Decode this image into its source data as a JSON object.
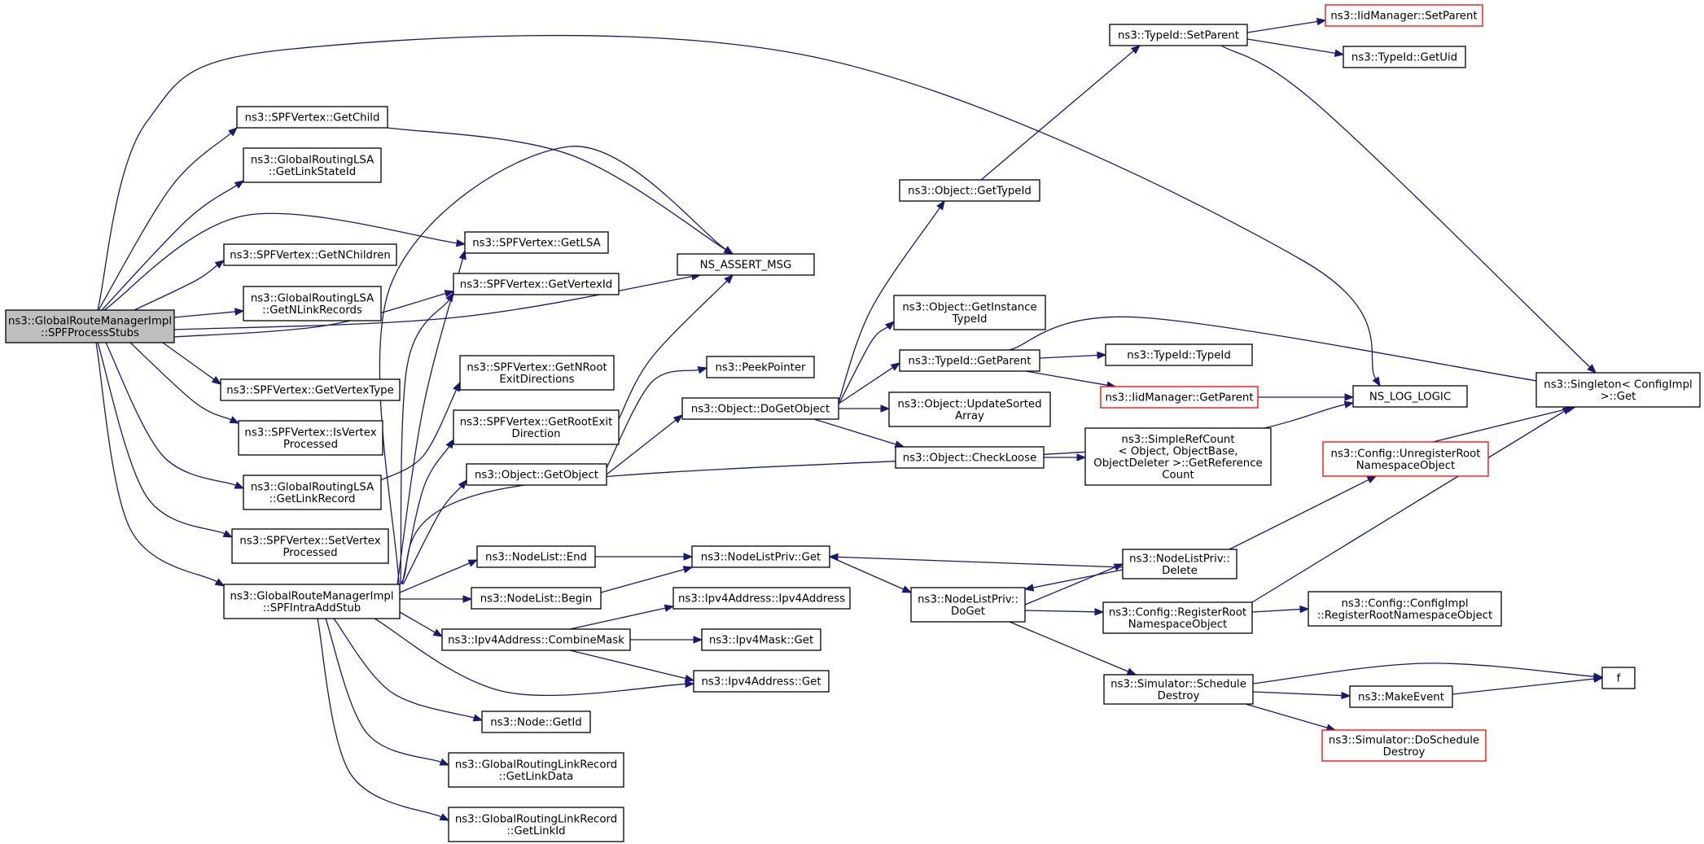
{
  "diagram": {
    "nodes": [
      {
        "id": "root",
        "lines": [
          "ns3::GlobalRouteManagerImpl",
          "::SPFProcessStubs"
        ],
        "style": "root"
      },
      {
        "id": "getchild",
        "lines": [
          "ns3::SPFVertex::GetChild"
        ]
      },
      {
        "id": "getlinkstateid",
        "lines": [
          "ns3::GlobalRoutingLSA",
          "::GetLinkStateId"
        ]
      },
      {
        "id": "getlsa",
        "lines": [
          "ns3::SPFVertex::GetLSA"
        ]
      },
      {
        "id": "getnchildren",
        "lines": [
          "ns3::SPFVertex::GetNChildren"
        ]
      },
      {
        "id": "getvertexid",
        "lines": [
          "ns3::SPFVertex::GetVertexId"
        ]
      },
      {
        "id": "getnlinkrecords",
        "lines": [
          "ns3::GlobalRoutingLSA",
          "::GetNLinkRecords"
        ]
      },
      {
        "id": "getnrootexit",
        "lines": [
          "ns3::SPFVertex::GetNRoot",
          "ExitDirections"
        ]
      },
      {
        "id": "getvertextype",
        "lines": [
          "ns3::SPFVertex::GetVertexType"
        ]
      },
      {
        "id": "getrootexit",
        "lines": [
          "ns3::SPFVertex::GetRootExit",
          "Direction"
        ]
      },
      {
        "id": "isvertexprocessed",
        "lines": [
          "ns3::SPFVertex::IsVertex",
          "Processed"
        ]
      },
      {
        "id": "getobject",
        "lines": [
          "ns3::Object::GetObject"
        ]
      },
      {
        "id": "getlinkrecord",
        "lines": [
          "ns3::GlobalRoutingLSA",
          "::GetLinkRecord"
        ]
      },
      {
        "id": "setvertexprocessed",
        "lines": [
          "ns3::SPFVertex::SetVertex",
          "Processed"
        ]
      },
      {
        "id": "intraaddstub",
        "lines": [
          "ns3::GlobalRouteManagerImpl",
          "::SPFIntraAddStub"
        ]
      },
      {
        "id": "nodelistend",
        "lines": [
          "ns3::NodeList::End"
        ]
      },
      {
        "id": "nodelistbegin",
        "lines": [
          "ns3::NodeList::Begin"
        ]
      },
      {
        "id": "combinemask",
        "lines": [
          "ns3::Ipv4Address::CombineMask"
        ]
      },
      {
        "id": "nodegetid",
        "lines": [
          "ns3::Node::GetId"
        ]
      },
      {
        "id": "getlinkdata",
        "lines": [
          "ns3::GlobalRoutingLinkRecord",
          "::GetLinkData"
        ]
      },
      {
        "id": "getlinkid",
        "lines": [
          "ns3::GlobalRoutingLinkRecord",
          "::GetLinkId"
        ]
      },
      {
        "id": "nsassertmsg",
        "lines": [
          "NS_ASSERT_MSG"
        ]
      },
      {
        "id": "peekpointer",
        "lines": [
          "ns3::PeekPointer"
        ]
      },
      {
        "id": "dogetobject",
        "lines": [
          "ns3::Object::DoGetObject"
        ]
      },
      {
        "id": "nodelistprivget",
        "lines": [
          "ns3::NodeListPriv::Get"
        ]
      },
      {
        "id": "ipv4addrctor",
        "lines": [
          "ns3::Ipv4Address::Ipv4Address"
        ]
      },
      {
        "id": "ipv4maskget",
        "lines": [
          "ns3::Ipv4Mask::Get"
        ]
      },
      {
        "id": "ipv4addrget",
        "lines": [
          "ns3::Ipv4Address::Get"
        ]
      },
      {
        "id": "objgettypeid",
        "lines": [
          "ns3::Object::GetTypeId"
        ]
      },
      {
        "id": "getinstancetypeid",
        "lines": [
          "ns3::Object::GetInstance",
          "TypeId"
        ]
      },
      {
        "id": "typeidgetparent",
        "lines": [
          "ns3::TypeId::GetParent"
        ]
      },
      {
        "id": "updatesortedarray",
        "lines": [
          "ns3::Object::UpdateSorted",
          "Array"
        ]
      },
      {
        "id": "checkloose",
        "lines": [
          "ns3::Object::CheckLoose"
        ]
      },
      {
        "id": "nodelistprivdoget",
        "lines": [
          "ns3::NodeListPriv::",
          "DoGet"
        ]
      },
      {
        "id": "typeidsetparent",
        "lines": [
          "ns3::TypeId::SetParent"
        ]
      },
      {
        "id": "typeidtypeid",
        "lines": [
          "ns3::TypeId::TypeId"
        ]
      },
      {
        "id": "iidgetparent",
        "lines": [
          "ns3::IidManager::GetParent"
        ],
        "style": "truncated"
      },
      {
        "id": "getreferencecount",
        "lines": [
          "ns3::SimpleRefCount",
          "< Object, ObjectBase,",
          " ObjectDeleter >::GetReference",
          "Count"
        ]
      },
      {
        "id": "nodelistprivdelete",
        "lines": [
          "ns3::NodeListPriv::",
          "Delete"
        ]
      },
      {
        "id": "registerroot",
        "lines": [
          "ns3::Config::RegisterRoot",
          "NamespaceObject"
        ]
      },
      {
        "id": "scheduledestroy",
        "lines": [
          "ns3::Simulator::Schedule",
          "Destroy"
        ]
      },
      {
        "id": "iidsetparent",
        "lines": [
          "ns3::IidManager::SetParent"
        ],
        "style": "truncated"
      },
      {
        "id": "typeidgetuid",
        "lines": [
          "ns3::TypeId::GetUid"
        ]
      },
      {
        "id": "nsloglogic",
        "lines": [
          "NS_LOG_LOGIC"
        ]
      },
      {
        "id": "unregisterroot",
        "lines": [
          "ns3::Config::UnregisterRoot",
          "NamespaceObject"
        ],
        "style": "truncated"
      },
      {
        "id": "configimplregister",
        "lines": [
          "ns3::Config::ConfigImpl",
          "::RegisterRootNamespaceObject"
        ]
      },
      {
        "id": "makeevent",
        "lines": [
          "ns3::MakeEvent"
        ]
      },
      {
        "id": "doscheduledestroy",
        "lines": [
          "ns3::Simulator::DoSchedule",
          "Destroy"
        ],
        "style": "truncated"
      },
      {
        "id": "singletonget",
        "lines": [
          "ns3::Singleton< ConfigImpl",
          " >::Get"
        ]
      },
      {
        "id": "f",
        "lines": [
          "f"
        ]
      }
    ],
    "edges": [
      [
        "root",
        "getchild"
      ],
      [
        "root",
        "getlinkstateid"
      ],
      [
        "root",
        "getlsa"
      ],
      [
        "root",
        "getnchildren"
      ],
      [
        "root",
        "getnlinkrecords"
      ],
      [
        "root",
        "getvertexid"
      ],
      [
        "root",
        "getvertextype"
      ],
      [
        "root",
        "isvertexprocessed"
      ],
      [
        "root",
        "getlinkrecord"
      ],
      [
        "root",
        "setvertexprocessed"
      ],
      [
        "root",
        "intraaddstub"
      ],
      [
        "root",
        "nsassertmsg"
      ],
      [
        "root",
        "nsloglogic"
      ],
      [
        "getchild",
        "nsassertmsg"
      ],
      [
        "getlinkrecord",
        "getnrootexit"
      ],
      [
        "getrootexit",
        "nsassertmsg"
      ],
      [
        "getobject",
        "peekpointer"
      ],
      [
        "getobject",
        "dogetobject"
      ],
      [
        "intraaddstub",
        "getlsa"
      ],
      [
        "intraaddstub",
        "getvertexid"
      ],
      [
        "intraaddstub",
        "getrootexit"
      ],
      [
        "intraaddstub",
        "getobject"
      ],
      [
        "intraaddstub",
        "nsassertmsg"
      ],
      [
        "intraaddstub",
        "nsloglogic"
      ],
      [
        "intraaddstub",
        "nodelistend"
      ],
      [
        "intraaddstub",
        "nodelistbegin"
      ],
      [
        "intraaddstub",
        "combinemask"
      ],
      [
        "intraaddstub",
        "ipv4addrget"
      ],
      [
        "intraaddstub",
        "nodegetid"
      ],
      [
        "intraaddstub",
        "getlinkdata"
      ],
      [
        "intraaddstub",
        "getlinkid"
      ],
      [
        "nodelistend",
        "nodelistprivget"
      ],
      [
        "nodelistbegin",
        "nodelistprivget"
      ],
      [
        "combinemask",
        "ipv4addrctor"
      ],
      [
        "combinemask",
        "ipv4maskget"
      ],
      [
        "combinemask",
        "ipv4addrget"
      ],
      [
        "nodelistprivget",
        "nodelistprivdoget"
      ],
      [
        "dogetobject",
        "objgettypeid"
      ],
      [
        "dogetobject",
        "getinstancetypeid"
      ],
      [
        "dogetobject",
        "typeidgetparent"
      ],
      [
        "dogetobject",
        "updatesortedarray"
      ],
      [
        "dogetobject",
        "checkloose"
      ],
      [
        "objgettypeid",
        "typeidsetparent"
      ],
      [
        "typeidgetparent",
        "typeidtypeid"
      ],
      [
        "typeidgetparent",
        "iidgetparent"
      ],
      [
        "typeidgetparent",
        "singletonget"
      ],
      [
        "iidgetparent",
        "nsloglogic"
      ],
      [
        "checkloose",
        "getreferencecount"
      ],
      [
        "nodelistprivdoget",
        "registerroot"
      ],
      [
        "nodelistprivdoget",
        "scheduledestroy"
      ],
      [
        "nodelistprivdoget",
        "nodelistprivdelete"
      ],
      [
        "nodelistprivdelete",
        "nodelistprivget"
      ],
      [
        "nodelistprivdelete",
        "nodelistprivdoget"
      ],
      [
        "nodelistprivdelete",
        "unregisterroot"
      ],
      [
        "registerroot",
        "configimplregister"
      ],
      [
        "registerroot",
        "singletonget"
      ],
      [
        "unregisterroot",
        "singletonget"
      ],
      [
        "scheduledestroy",
        "makeevent"
      ],
      [
        "scheduledestroy",
        "doscheduledestroy"
      ],
      [
        "scheduledestroy",
        "f"
      ],
      [
        "makeevent",
        "f"
      ],
      [
        "typeidsetparent",
        "iidsetparent"
      ],
      [
        "typeidsetparent",
        "typeidgetuid"
      ],
      [
        "typeidsetparent",
        "singletonget"
      ]
    ]
  }
}
